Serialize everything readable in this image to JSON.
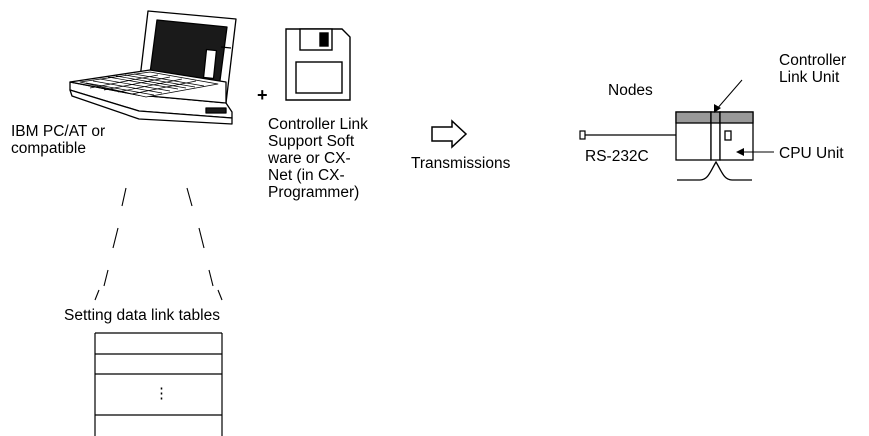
{
  "computer": {
    "label_lines": [
      "IBM PC/AT or",
      "compatible"
    ]
  },
  "plus": "+",
  "software": {
    "label_lines": [
      "Controller Link",
      "Support Soft",
      "ware or CX-",
      "Net (in CX-",
      "Programmer)"
    ]
  },
  "transmissions_label": "Transmissions",
  "nodes_label": "Nodes",
  "controller_link_unit_lines": [
    "Controller",
    "Link Unit"
  ],
  "cpu_unit_label": "CPU Unit",
  "rs232c_label": "RS-232C",
  "table": {
    "title": "Setting data link tables",
    "ellipsis": "⋮"
  },
  "colors": {
    "line": "#000000",
    "unit_top": "#999999",
    "screen": "#1a1a1a"
  }
}
